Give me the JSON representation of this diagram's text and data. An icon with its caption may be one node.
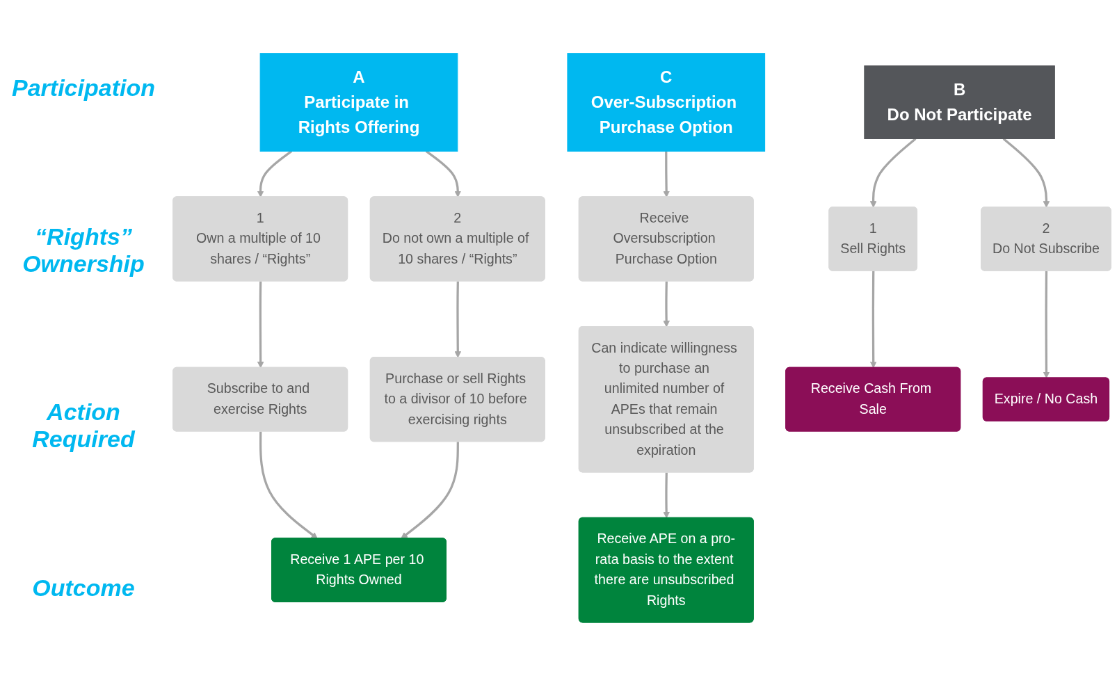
{
  "diagram": {
    "nodes": [
      {
        "text": [
          "A",
          "Participate in Rights Offering"
        ]
      },
      {
        "text": [
          "B",
          "Do Not Participate"
        ]
      },
      {
        "text": [
          "C",
          "Over-Subscription Purchase Option"
        ]
      },
      {
        "text": [
          "1",
          "Own a multiple of 10 shares / “Rights”"
        ]
      },
      {
        "text": [
          "2",
          "Do not own a multiple of 10 shares / “Rights”"
        ]
      },
      {
        "text": [
          "Receive Oversubscription Purchase Option"
        ]
      },
      {
        "text": [
          "Subscribe to and exercise Rights"
        ]
      },
      {
        "text": [
          "Purchase or sell Rights to a divisor of 10 before exercising rights"
        ]
      },
      {
        "text": [
          "1",
          "Sell Rights"
        ]
      },
      {
        "text": [
          "2",
          "Do Not Subscribe"
        ]
      },
      {
        "text": [
          "Can indicate willingness to purchase an unlimited number of APEs that remain unsubscribed at the expiration"
        ]
      },
      {
        "text": [
          "Receive 1 APE per 10 Rights Owned"
        ]
      },
      {
        "text": [
          "Receive Cash From Sale"
        ]
      },
      {
        "text": [
          "Expire / No Cash"
        ]
      },
      {
        "text": [
          "Receive APE on a pro-rata basis to the extent there are unsubscribed Rights"
        ]
      }
    ],
    "edges": [
      {
        "from": 0,
        "to": 3,
        "arrow": "to"
      },
      {
        "from": 0,
        "to": 4,
        "arrow": "to"
      },
      {
        "from": 1,
        "to": 8,
        "arrow": "to"
      },
      {
        "from": 1,
        "to": 9,
        "arrow": "to"
      },
      {
        "from": 2,
        "to": 5,
        "arrow": "to"
      },
      {
        "from": 3,
        "to": 6,
        "arrow": "to"
      },
      {
        "from": 4,
        "to": 7,
        "arrow": "to"
      },
      {
        "from": 5,
        "to": 10,
        "arrow": "to"
      },
      {
        "from": 6,
        "to": 11,
        "arrow": "to"
      },
      {
        "from": 7,
        "to": 11,
        "arrow": "to"
      },
      {
        "from": 8,
        "to": 12,
        "arrow": "to"
      },
      {
        "from": 9,
        "to": 13,
        "arrow": "to"
      },
      {
        "from": 10,
        "to": 14,
        "arrow": "to"
      }
    ],
    "labels": [
      "Participation",
      "“Rights” Ownership",
      "Action Required",
      "Outcome"
    ]
  }
}
